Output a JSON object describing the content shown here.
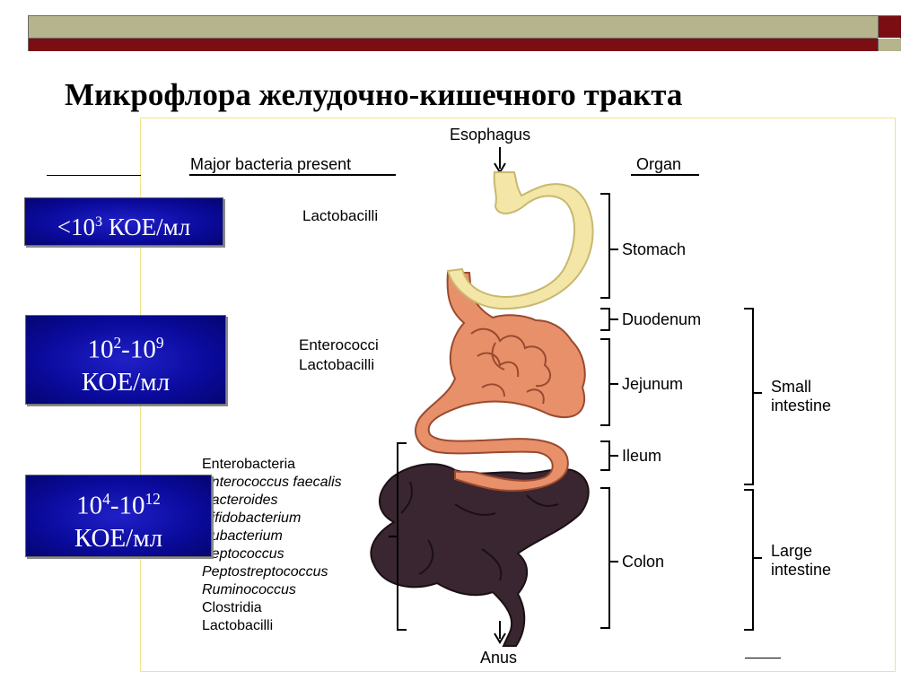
{
  "slide": {
    "title": "Микрофлора желудочно-кишечного тракта"
  },
  "cfu_boxes": [
    {
      "base": "<10",
      "exp": "3",
      "unit": "КОЕ/мл"
    },
    {
      "base1": "10",
      "exp1": "2",
      "sep": "-10",
      "exp2": "9",
      "unit": "КОЕ/мл"
    },
    {
      "base1": "10",
      "exp1": "4",
      "sep": "-10",
      "exp2": "12",
      "unit": "КОЕ/мл"
    }
  ],
  "figure": {
    "headers": {
      "bacteria": "Major bacteria present",
      "organ": "Organ"
    },
    "esophagus_label": "Esophagus",
    "anus_label": "Anus",
    "stomach_bacteria": [
      "Lactobacilli"
    ],
    "small_intestine_bacteria": [
      "Enterococci",
      "Lactobacilli"
    ],
    "colon_bacteria": [
      {
        "name": "Enterobacteria",
        "italic": false
      },
      {
        "name": "Enterococcus faecalis",
        "italic": true
      },
      {
        "name": "Bacteroides",
        "italic": true
      },
      {
        "name": "Bifidobacterium",
        "italic": true
      },
      {
        "name": "Eubacterium",
        "italic": true
      },
      {
        "name": "Peptococcus",
        "italic": true
      },
      {
        "name": "Peptostreptococcus",
        "italic": true
      },
      {
        "name": "Ruminococcus",
        "italic": true
      },
      {
        "name": "Clostridia",
        "italic": false
      },
      {
        "name": "Lactobacilli",
        "italic": false
      }
    ],
    "organs": [
      "Stomach",
      "Duodenum",
      "Jejunum",
      "Ileum",
      "Colon"
    ],
    "groups": {
      "small": [
        "Small",
        "intestine"
      ],
      "large": [
        "Large",
        "intestine"
      ]
    },
    "colors": {
      "stomach": "#f3e6a6",
      "small_intestine": "#e8906a",
      "colon": "#3a2630"
    }
  }
}
